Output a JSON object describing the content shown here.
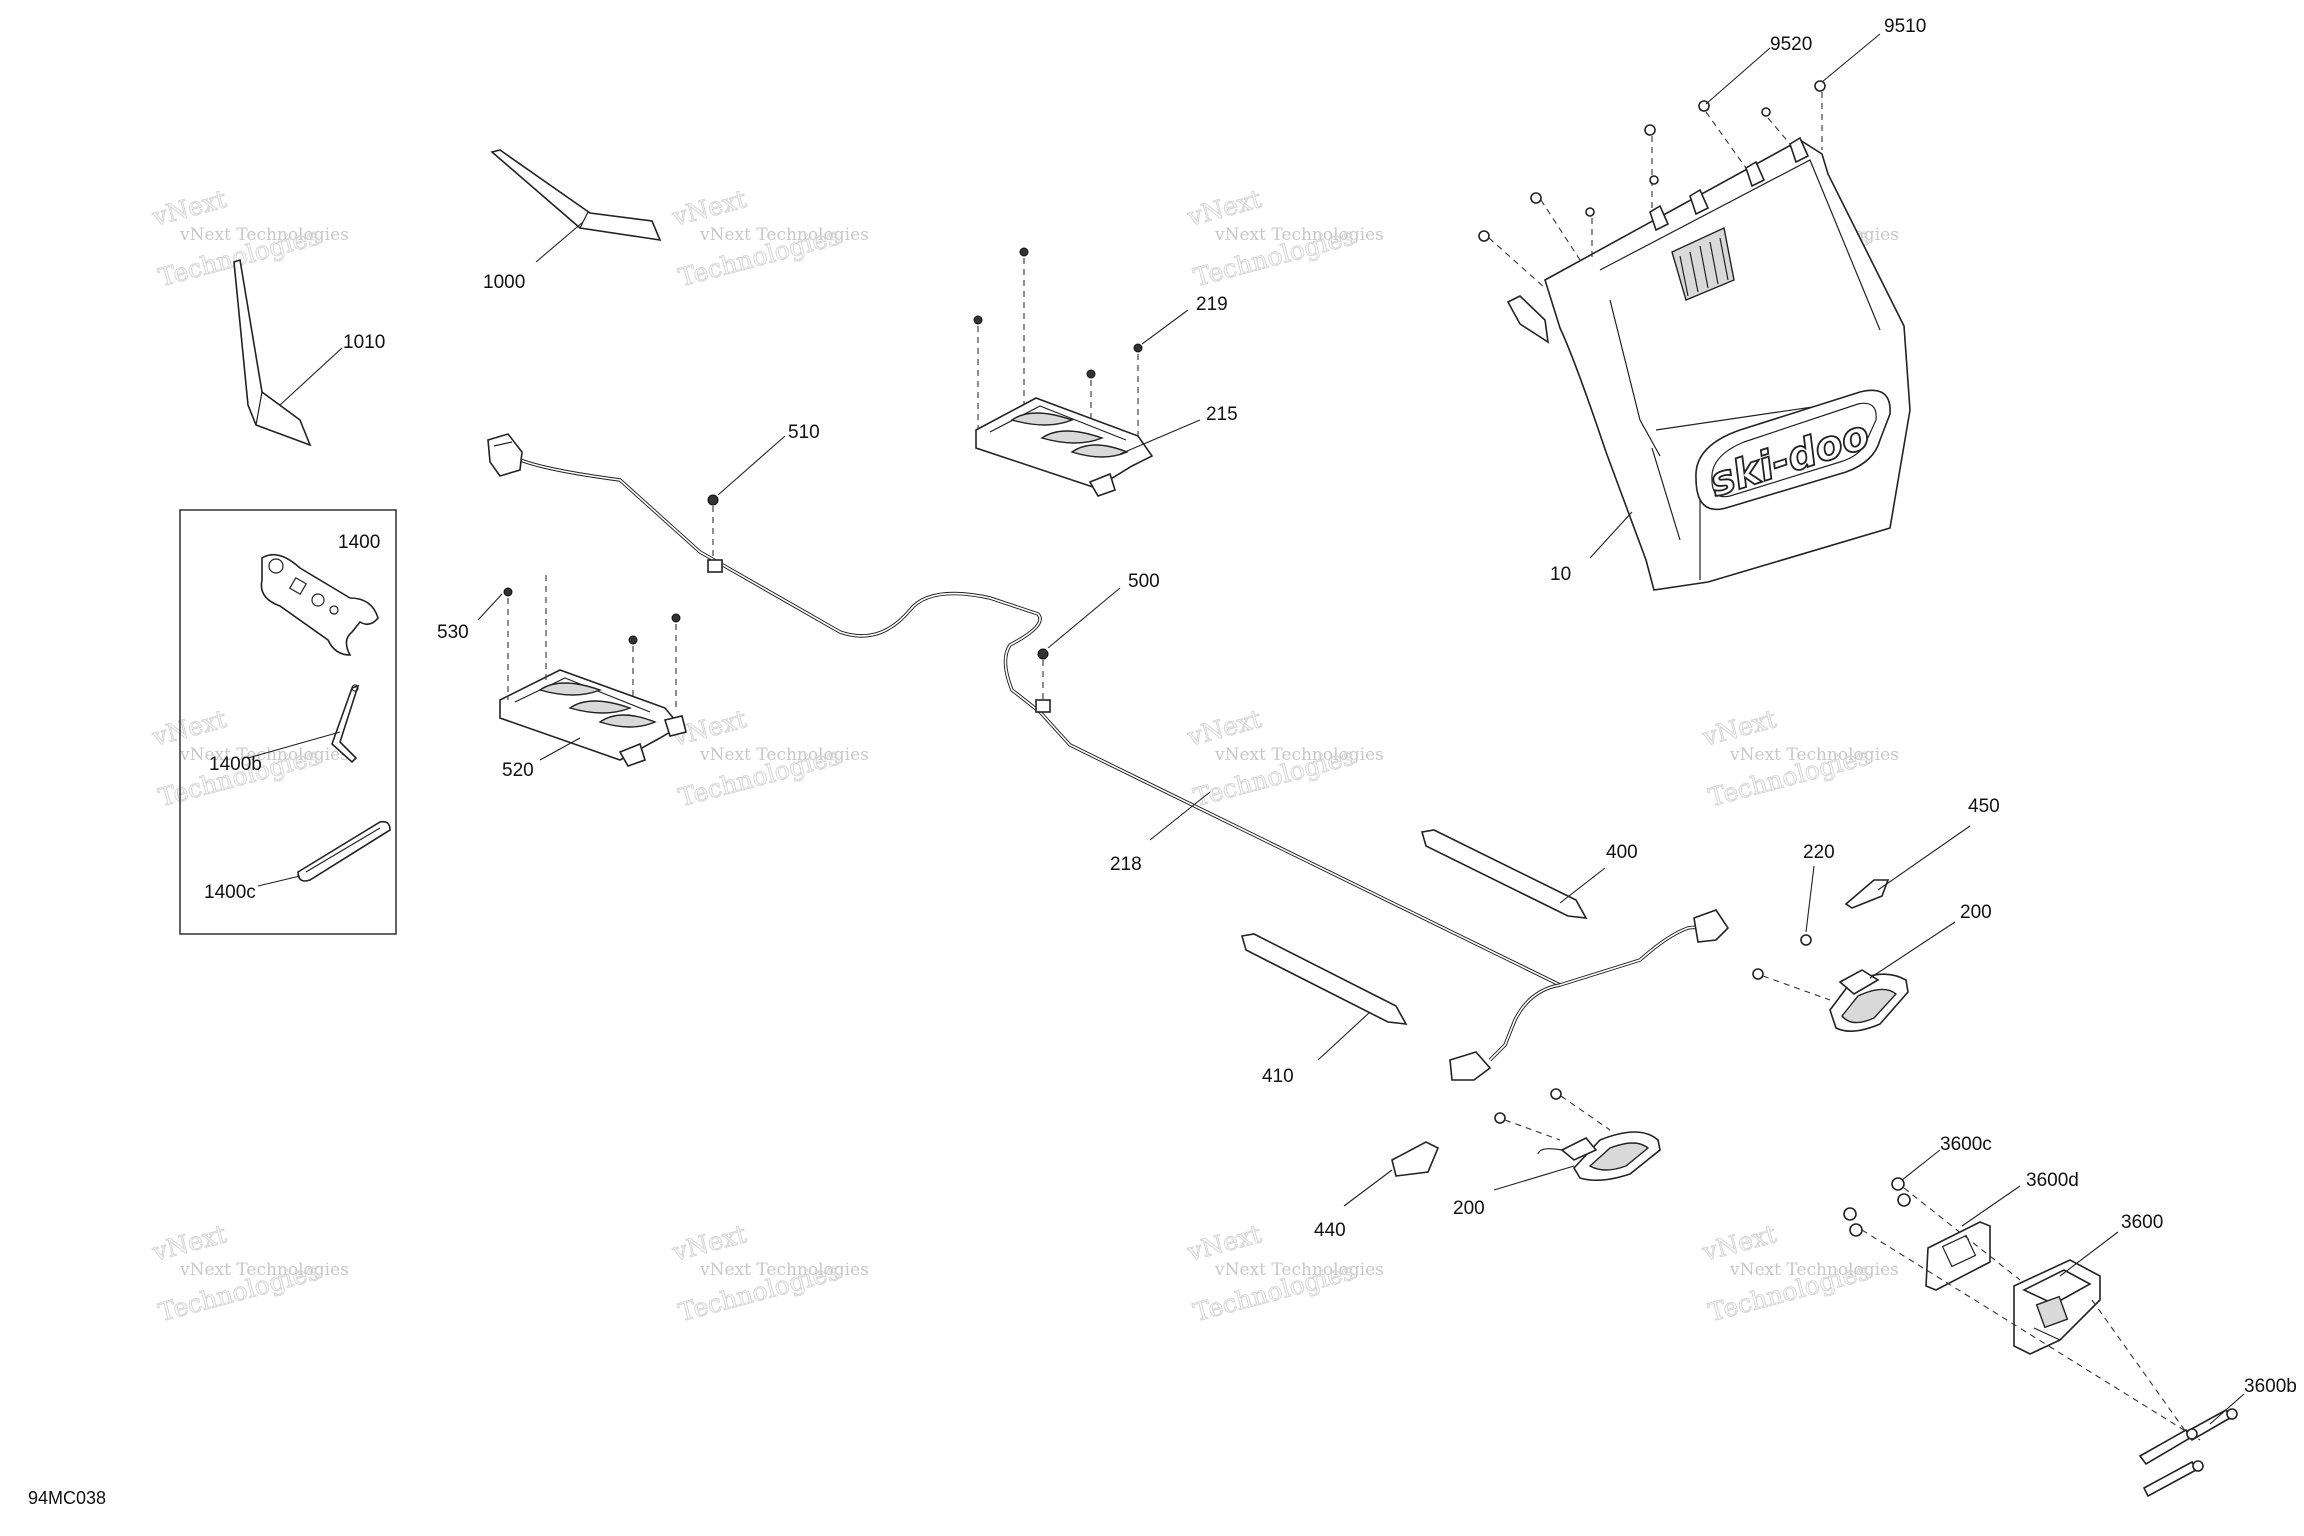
{
  "diagram": {
    "code": "94MC038",
    "watermark": {
      "line1": "vNext Technologies",
      "line2": "Technologies"
    },
    "callouts": [
      "1000",
      "1010",
      "1400",
      "1400b",
      "1400c",
      "218",
      "510",
      "500",
      "530",
      "520",
      "219",
      "215",
      "400",
      "410",
      "440",
      "200",
      "200",
      "220",
      "450",
      "9520",
      "9510",
      "10",
      "3600c",
      "3600d",
      "3600",
      "3600b"
    ]
  }
}
